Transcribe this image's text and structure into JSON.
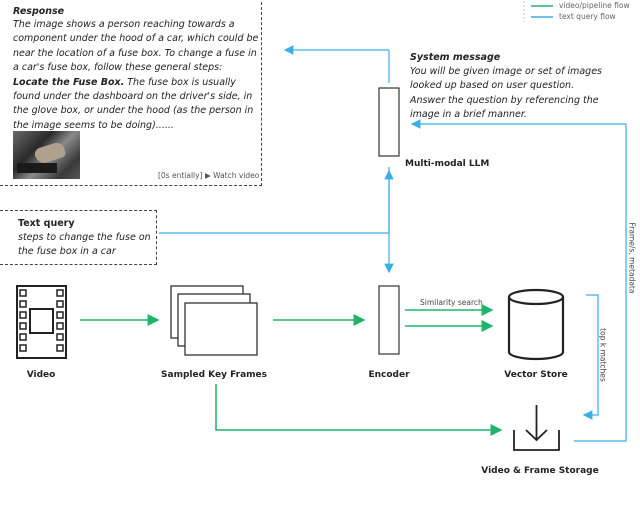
{
  "legend": {
    "video_flow": "video/pipeline flow",
    "text_flow": "text query flow"
  },
  "colors": {
    "green": "#20b46a",
    "blue": "#3aaee6",
    "stroke": "#333333"
  },
  "response": {
    "heading": "Response",
    "body": "The image shows a person reaching towards a component under the hood of a car, which could be near the location of a fuse box. To change a fuse in a car's fuse box, follow these general steps:",
    "step_title": "Locate the Fuse Box.",
    "step_body": " The fuse box is usually found under the dashboard on the driver's side, in the glove box, or under the hood (as the person in the image seems to be doing)......",
    "thumbnail_caption": "",
    "footer_left": "[0s entially]",
    "footer_right": "▶ Watch video"
  },
  "system_message": {
    "title": "System message",
    "body": "You will be given image or set of images looked up based on user question. Answer the question by referencing the image in a brief manner."
  },
  "llm_label": "Multi-modal LLM",
  "text_query": {
    "title": "Text query",
    "body": "steps to change the fuse on the fuse box in a car"
  },
  "nodes": {
    "video": "Video",
    "frames": "Sampled Key Frames",
    "encoder": "Encoder",
    "vector_store": "Vector Store",
    "storage": "Video & Frame Storage"
  },
  "edge_labels": {
    "similarity": "Similarity search",
    "top_k": "top k matches",
    "frames_meta": "Frame/s, metadata"
  }
}
